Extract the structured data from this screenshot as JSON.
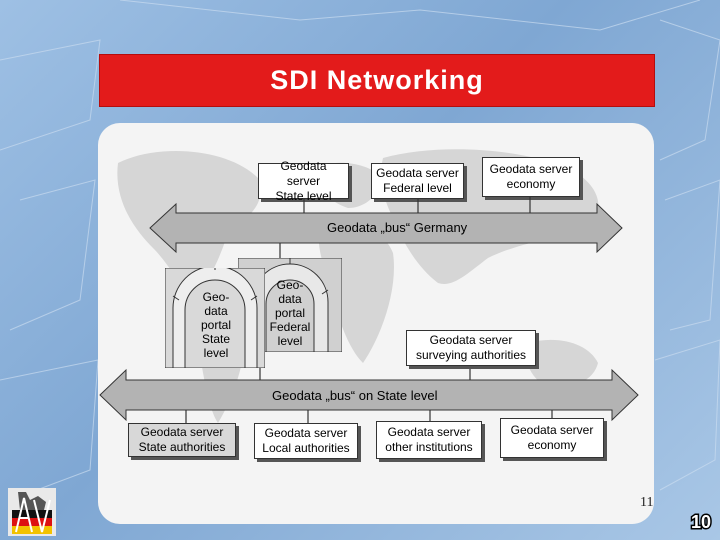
{
  "title": "SDI Networking",
  "top_servers": [
    {
      "label": "Geodata server\nState level"
    },
    {
      "label": "Geodata server\nFederal level"
    },
    {
      "label": "Geodata server\neconomy"
    }
  ],
  "bus_germany": "Geodata „bus“ Germany",
  "portals": [
    {
      "label": "Geo-\ndata\nportal\nState\nlevel"
    },
    {
      "label": "Geo-\ndata\nportal\nFederal\nlevel"
    }
  ],
  "surveying_server": "Geodata server\nsurveying authorities",
  "bus_state": "Geodata „bus“ on State level",
  "bottom_servers": [
    {
      "label": "Geodata server\nState authorities"
    },
    {
      "label": "Geodata server\nLocal authorities"
    },
    {
      "label": "Geodata server\nother institutions"
    },
    {
      "label": "Geodata server\neconomy"
    }
  ],
  "slide_number": "11",
  "page_badge": "10",
  "colors": {
    "title_bar": "#e31b1b",
    "bus_arrow": "#b3b3b3",
    "panel": "#f4f4f4"
  },
  "icons": [
    "arch-gateway-icon",
    "arch-gateway-icon",
    "agiv-logo"
  ]
}
